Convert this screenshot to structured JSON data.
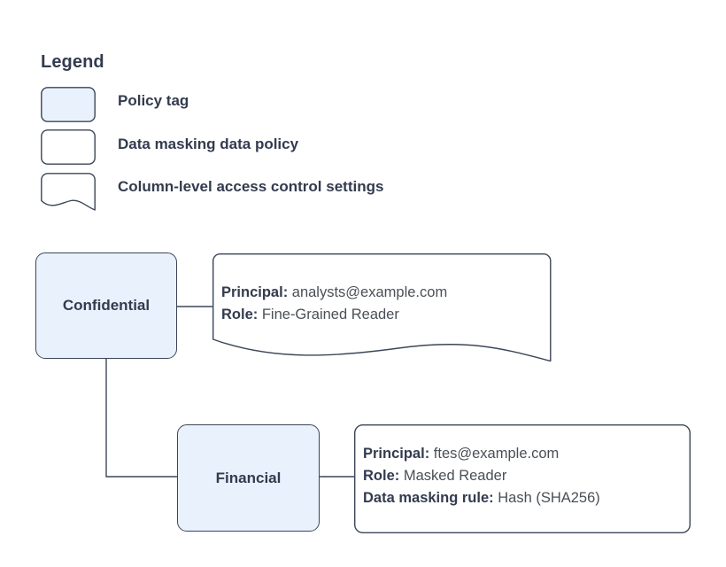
{
  "colors": {
    "policy_tag_fill": "#E9F1FC",
    "stroke": "#3B4658",
    "text": "#333B4E",
    "value_text": "#4A4F57",
    "background": "#FFFFFF"
  },
  "legend": {
    "title": "Legend",
    "items": [
      {
        "label": "Policy tag",
        "shape": "rounded-rect-filled",
        "swatch_name": "policy-tag-swatch"
      },
      {
        "label": "Data masking data policy",
        "shape": "rounded-rect",
        "swatch_name": "data-masking-policy-swatch"
      },
      {
        "label": "Column-level access control settings",
        "shape": "wavy-bottom-note",
        "swatch_name": "column-access-settings-swatch"
      }
    ]
  },
  "diagram": {
    "nodes": [
      {
        "id": "confidential",
        "label": "Confidential",
        "type": "policy-tag"
      },
      {
        "id": "financial",
        "label": "Financial",
        "type": "policy-tag"
      }
    ],
    "notes": [
      {
        "id": "note-confidential",
        "shape": "wavy-bottom-note",
        "attached_to": "confidential",
        "lines": [
          {
            "key": "Principal:",
            "value": "analysts@example.com"
          },
          {
            "key": "Role:",
            "value": "Fine-Grained Reader"
          }
        ]
      },
      {
        "id": "note-financial",
        "shape": "rounded-rect",
        "attached_to": "financial",
        "lines": [
          {
            "key": "Principal:",
            "value": "ftes@example.com"
          },
          {
            "key": "Role:",
            "value": "Masked Reader"
          },
          {
            "key": "Data masking rule:",
            "value": "Hash (SHA256)"
          }
        ]
      }
    ],
    "edges": [
      {
        "from": "confidential",
        "to": "note-confidential"
      },
      {
        "from": "confidential",
        "to": "financial"
      },
      {
        "from": "financial",
        "to": "note-financial"
      }
    ]
  }
}
